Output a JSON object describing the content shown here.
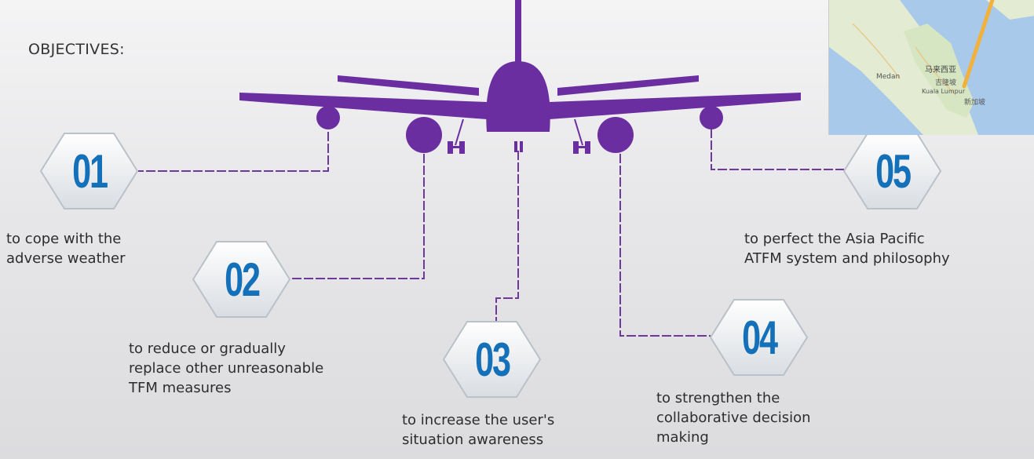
{
  "heading": "OBJECTIVES:",
  "objectives": [
    {
      "number": "01",
      "text": "to cope with the\nadverse weather"
    },
    {
      "number": "02",
      "text": "to reduce or gradually\nreplace other unreasonable\nTFM measures"
    },
    {
      "number": "03",
      "text": "to increase the user's\nsituation awareness"
    },
    {
      "number": "04",
      "text": "to strengthen the\ncollaborative decision\nmaking"
    },
    {
      "number": "05",
      "text": "to perfect the Asia Pacific\nATFM system and philosophy"
    }
  ],
  "map_inset": {
    "labels": [
      "Medan",
      "马来西亚",
      "吉隆坡",
      "Kuala Lumpur",
      "新加坡"
    ]
  },
  "colors": {
    "aircraft": "#6b2ea0",
    "connector": "#6b3a9a",
    "badge_number": "#1470b8",
    "map_water": "#a9c9ea",
    "map_land": "#e6efd6",
    "route": "#f2b13a"
  }
}
